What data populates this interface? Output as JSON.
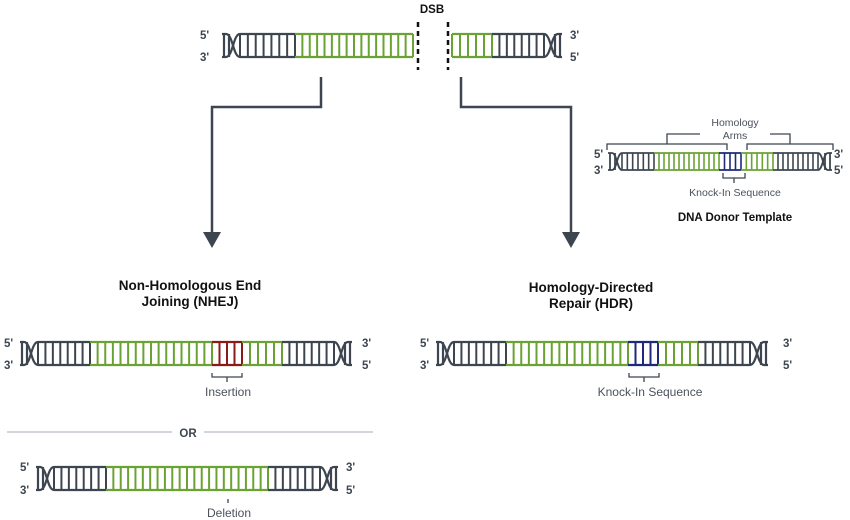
{
  "colors": {
    "backbone": "#3d4650",
    "homology": "#6aa333",
    "insertion": "#8b1a1a",
    "knockin": "#1f2a7a",
    "divider": "#b8bec6",
    "arrow": "#3d4650"
  },
  "top": {
    "dsb_label": "DSB",
    "left_5": "5'",
    "left_3": "3'",
    "right_3": "3'",
    "right_5": "5'"
  },
  "donor": {
    "homology_label_line1": "Homology",
    "homology_label_line2": "Arms",
    "knockin_label": "Knock-In Sequence",
    "title": "DNA Donor Template",
    "left_5": "5'",
    "left_3": "3'",
    "right_3": "3'",
    "right_5": "5'"
  },
  "nhej": {
    "title_line1": "Non-Homologous End",
    "title_line2": "Joining (NHEJ)",
    "insertion_label": "Insertion",
    "left_5": "5'",
    "left_3": "3'",
    "right_3": "3'",
    "right_5": "5'"
  },
  "or_label": "OR",
  "deletion": {
    "label": "Deletion",
    "left_5": "5'",
    "left_3": "3'",
    "right_3": "3'",
    "right_5": "5'"
  },
  "hdr": {
    "title_line1": "Homology-Directed",
    "title_line2": "Repair (HDR)",
    "knockin_label": "Knock-In Sequence",
    "left_5": "5'",
    "left_3": "3'",
    "right_3": "3'",
    "right_5": "5'"
  }
}
